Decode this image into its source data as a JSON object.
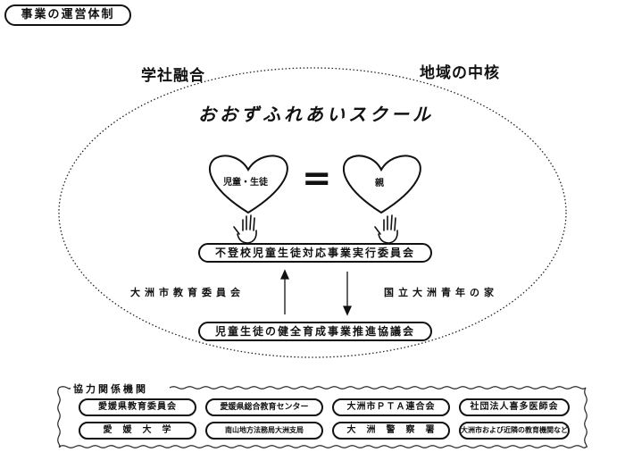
{
  "header": {
    "title": "事業の運営体制"
  },
  "top_labels": {
    "left": "学社融合",
    "right": "地域の中核"
  },
  "school": {
    "name": "おおずふれあいスクール"
  },
  "hearts": {
    "left_label": "児童・生徒",
    "equals": "=",
    "right_label": "親"
  },
  "committee": {
    "label": "不登校児童生徒対応事業実行委員会"
  },
  "side_labels": {
    "left": "大洲市教育委員会",
    "right": "国立大洲青年の家"
  },
  "council": {
    "label": "児童生徒の健全育成事業推進協議会"
  },
  "partners": {
    "title": "協力関係機関",
    "items": [
      "愛媛県教育委員会",
      "愛媛県総合教育センター",
      "大洲市ＰＴＡ連合会",
      "社団法人喜多医師会",
      "愛　媛　大　学",
      "南山地方法務局大洲支局",
      "大　洲　警　察　署",
      "大洲市および近隣の教育機関など"
    ]
  }
}
